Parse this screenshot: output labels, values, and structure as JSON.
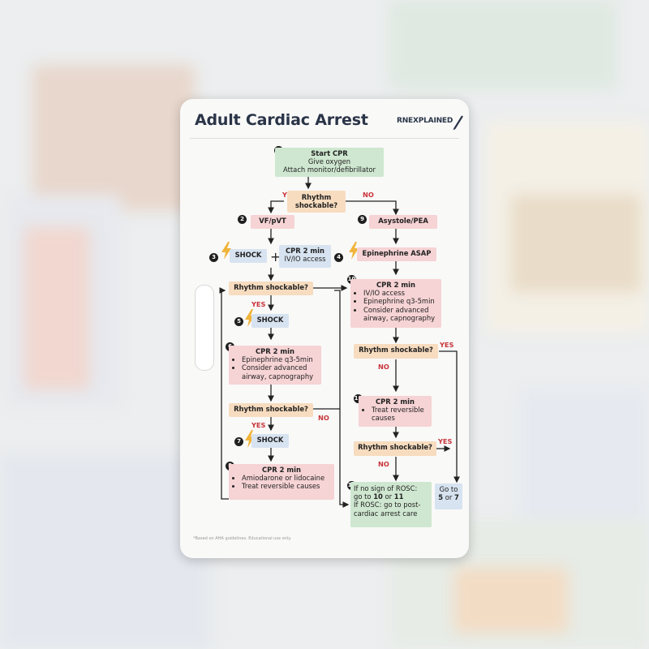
{
  "title": "Adult Cardiac Arrest",
  "brand": "RNEXPLAINED",
  "footnote": "*Based on AHA guidelines. Educational use only.",
  "steps": {
    "s1_title": "Start CPR",
    "s1_line1": "Give oxygen",
    "s1_line2": "Attach monitor/defibrillator",
    "q_top": "Rhythm shockable?",
    "vf": "VF/pVT",
    "asys": "Asystole/PEA",
    "shock": "SHOCK",
    "cpr_title": "CPR 2 min",
    "ivio": "IV/IO access",
    "epi_asap": "Epinephrine ASAP",
    "q": "Rhythm shockable?",
    "epi_q35": "Epinephrine q3-5min",
    "consider": "Consider advanced airway, capnography",
    "ivio_b": "IV/IO access",
    "amio": "Amiodarone or lidocaine",
    "treat": "Treat reversible causes",
    "treat_short": "Treat reversible causes",
    "rosc_line1": "If no sign of ROSC:",
    "rosc_line2a": "go to ",
    "rosc_line2b": "10",
    "rosc_line2c": " or ",
    "rosc_line2d": "11",
    "rosc_line3": "If ROSC: go to post-cardiac arrest care",
    "goto_a": "Go to",
    "goto_b1": "5",
    "goto_b2": " or ",
    "goto_b3": "7"
  },
  "labels": {
    "yes": "YES",
    "no": "NO"
  },
  "numbers": [
    "1",
    "2",
    "3",
    "4",
    "5",
    "6",
    "7",
    "8",
    "9",
    "10",
    "11",
    "12"
  ],
  "colors": {
    "green": "#cfe7d0",
    "orange": "#f7dcbf",
    "pink": "#f6d3d4",
    "blue": "#d7e3f0",
    "bolt": "#f1b43a"
  }
}
